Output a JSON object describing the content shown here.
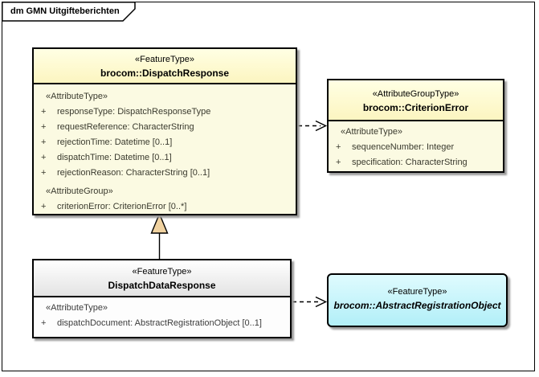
{
  "frame": {
    "title": "dm GMN Uitgifteberichten"
  },
  "colors": {
    "feature_header_top": "#FFFFE4",
    "feature_header_bottom": "#FCF5C0",
    "feature_body": "#FBFAE2",
    "plain_header_top": "#FFFFFF",
    "plain_header_bottom": "#E3E3E3",
    "plain_body": "#FDFDFD",
    "abstract_fill_top": "#DFFBFE",
    "abstract_fill_bottom": "#B2EFF8",
    "border": "#000000",
    "attribute_text": "#3A3A2E",
    "generalization_fill": "#F0D2A0",
    "shadow": "#9A9A9A"
  },
  "classes": [
    {
      "stereotype": "«FeatureType»",
      "name": "brocom::DispatchResponse",
      "compartments": [
        {
          "label": "«AttributeType»",
          "attributes": [
            {
              "vis": "+",
              "text": "responseType: DispatchResponseType"
            },
            {
              "vis": "+",
              "text": "requestReference: CharacterString"
            },
            {
              "vis": "+",
              "text": "rejectionTime: Datetime [0..1]"
            },
            {
              "vis": "+",
              "text": "dispatchTime: Datetime [0..1]"
            },
            {
              "vis": "+",
              "text": "rejectionReason: CharacterString [0..1]"
            }
          ]
        },
        {
          "label": "«AttributeGroup»",
          "attributes": [
            {
              "vis": "+",
              "text": "criterionError: CriterionError [0..*]"
            }
          ]
        }
      ]
    },
    {
      "stereotype": "«AttributeGroupType»",
      "name": "brocom::CriterionError",
      "compartments": [
        {
          "label": "«AttributeType»",
          "attributes": [
            {
              "vis": "+",
              "text": "sequenceNumber: Integer"
            },
            {
              "vis": "+",
              "text": "specification: CharacterString"
            }
          ]
        }
      ]
    },
    {
      "stereotype": "«FeatureType»",
      "name": "DispatchDataResponse",
      "compartments": [
        {
          "label": "«AttributeType»",
          "attributes": [
            {
              "vis": "+",
              "text": "dispatchDocument: AbstractRegistrationObject [0..1]"
            }
          ]
        }
      ]
    },
    {
      "stereotype": "«FeatureType»",
      "name": "brocom::AbstractRegistrationObject"
    }
  ],
  "connectors": [
    {
      "type": "generalization",
      "from": "DispatchDataResponse",
      "to": "brocom::DispatchResponse"
    },
    {
      "type": "dependency",
      "from": "brocom::DispatchResponse",
      "to": "brocom::CriterionError"
    },
    {
      "type": "dependency",
      "from": "DispatchDataResponse",
      "to": "brocom::AbstractRegistrationObject"
    }
  ]
}
